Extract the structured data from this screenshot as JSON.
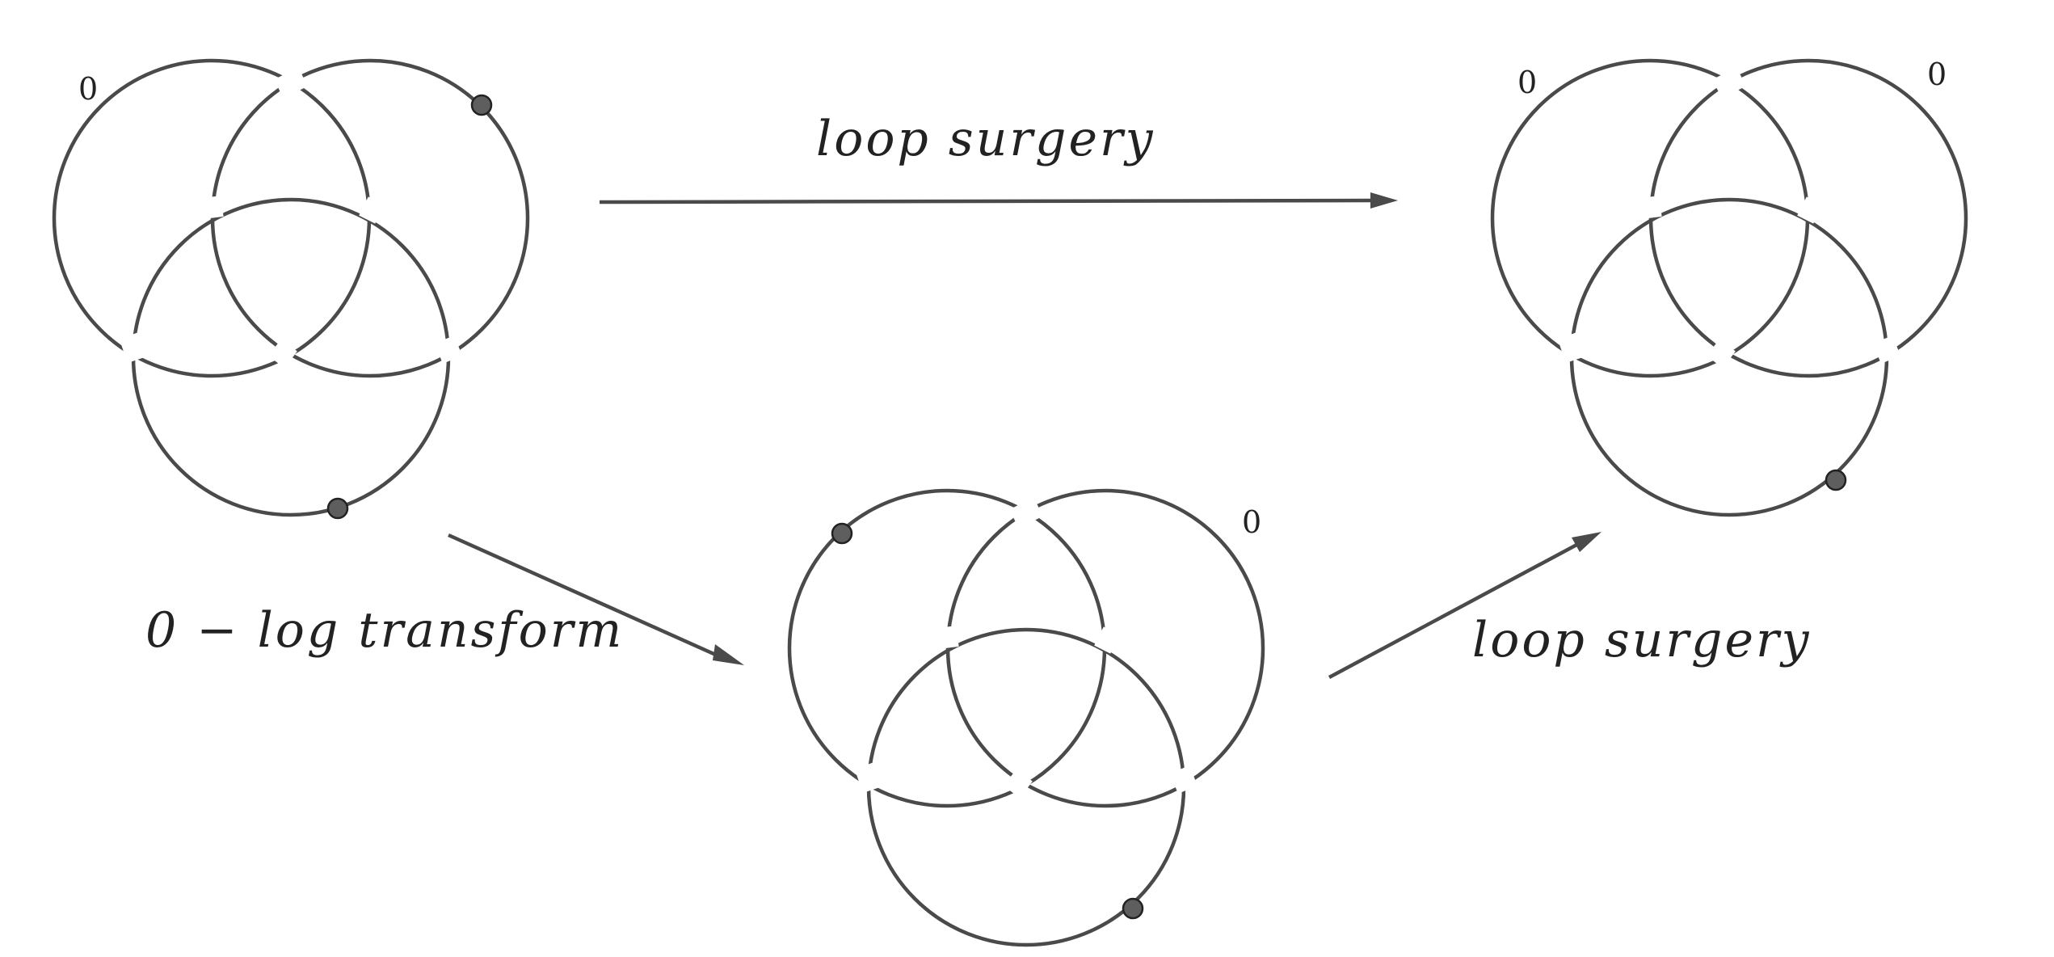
{
  "diagrams": [
    {
      "framings": [
        "0",
        "",
        ""
      ],
      "dots": [
        "top-right",
        "bottom-c"
      ]
    },
    {
      "framings": [
        "",
        "0",
        ""
      ],
      "dots": [
        "top-left",
        "bottom-c"
      ]
    },
    {
      "framings": [
        "0",
        "0",
        ""
      ],
      "dots": [
        "bottom-c"
      ]
    }
  ],
  "arrows": [
    {
      "label": "loop surgery",
      "from": "diagram-1",
      "to": "diagram-3"
    },
    {
      "label": "0 − log transform",
      "from": "diagram-1",
      "to": "diagram-2"
    },
    {
      "label": "loop surgery",
      "from": "diagram-2",
      "to": "diagram-3"
    }
  ],
  "colors": {
    "stroke": "#4a4a4a",
    "dot_fill": "#5e5e5e",
    "text": "#222222"
  }
}
